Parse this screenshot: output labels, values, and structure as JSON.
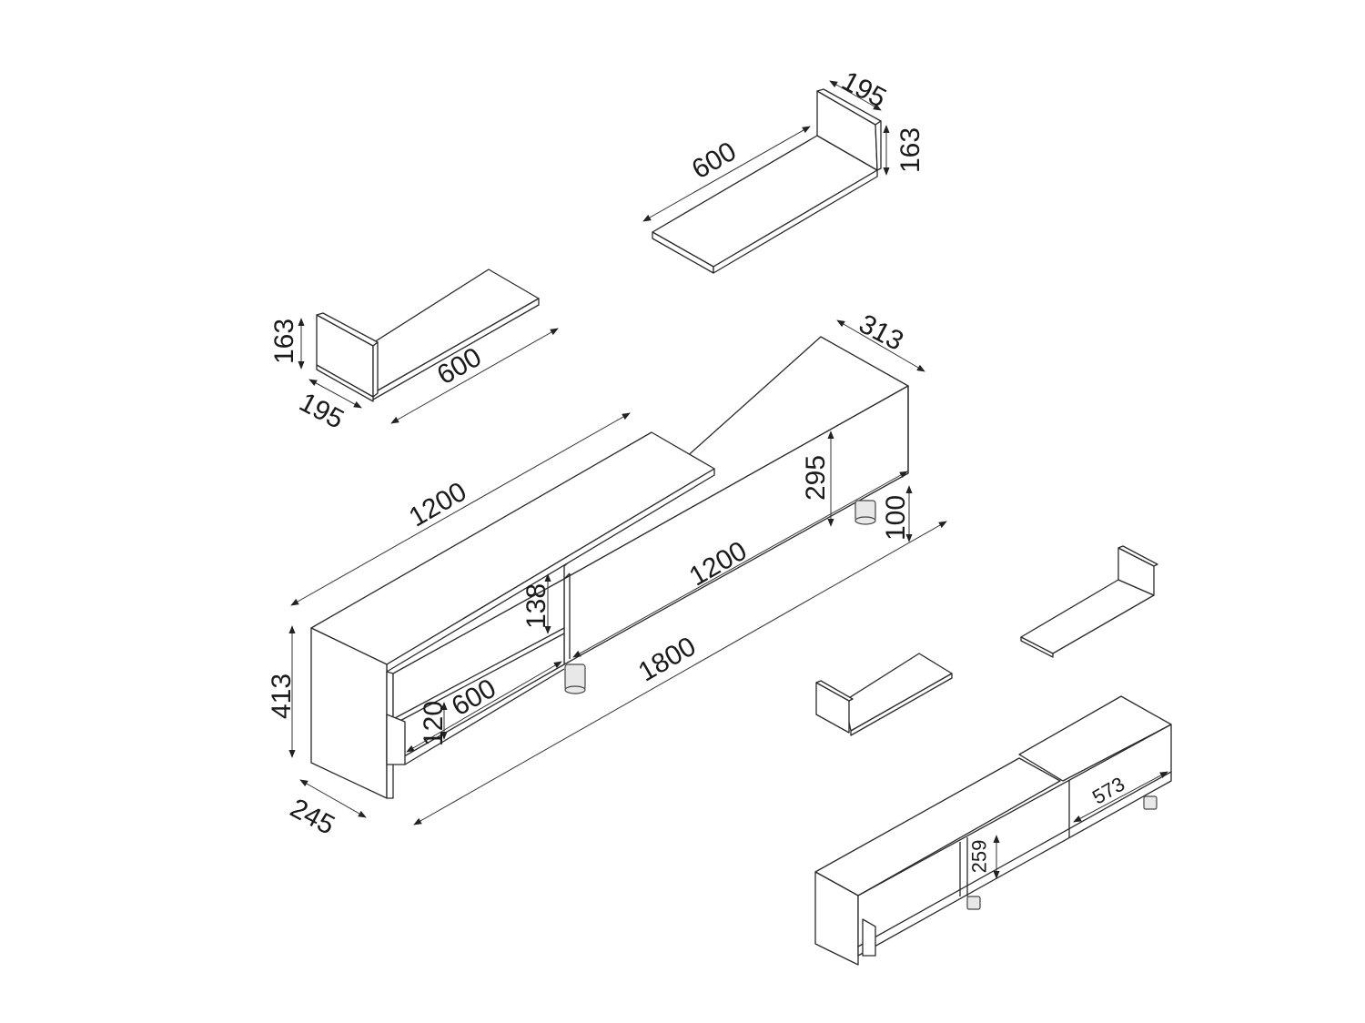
{
  "drawing": {
    "type": "furniture dimension drawing (isometric)",
    "units_implied": "mm",
    "components": [
      {
        "name": "wall-shelf-top",
        "dimensions": {
          "length": "600",
          "depth": "195",
          "height": "163"
        }
      },
      {
        "name": "wall-shelf-left",
        "dimensions": {
          "height": "163",
          "length": "600",
          "depth": "195"
        }
      },
      {
        "name": "tv-stand-main",
        "dimensions": {
          "top_left_length": "1200",
          "right_depth": "313",
          "right_height": "295",
          "leg_height": "100",
          "right_length": "1200",
          "total_length": "1800",
          "inner_shelf_gap": "138",
          "left_height": "413",
          "left_depth": "245",
          "drawer_height": "120",
          "drawer_length": "600"
        }
      },
      {
        "name": "assembled-view",
        "dimensions": {
          "compartment_height": "259",
          "compartment_width": "573"
        }
      }
    ]
  },
  "labels": {
    "top_shelf_600": "600",
    "top_shelf_195": "195",
    "top_shelf_163": "163",
    "left_shelf_163": "163",
    "left_shelf_600": "600",
    "left_shelf_195": "195",
    "main_313": "313",
    "main_1200_top": "1200",
    "main_295": "295",
    "main_100": "100",
    "main_1200_right": "1200",
    "main_138": "138",
    "main_1800": "1800",
    "main_413": "413",
    "main_600": "600",
    "main_120": "120",
    "main_245": "245",
    "assembled_573": "573",
    "assembled_259": "259"
  }
}
